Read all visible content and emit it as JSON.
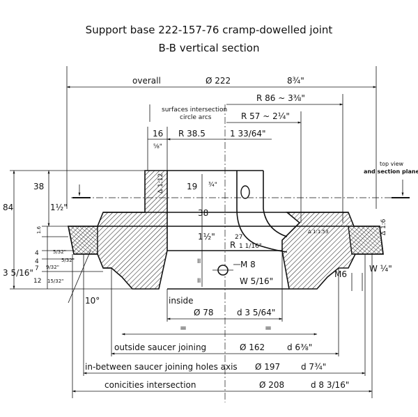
{
  "title": {
    "line1": "Support base 222-157-76 cramp-dowelled joint",
    "line2": "B-B vertical section"
  },
  "dimensions": {
    "overall": {
      "label": "overall",
      "metric": "Ø 222",
      "imperial": "8¾\""
    },
    "r86": {
      "text": "R 86 ~ 3⅜\""
    },
    "surfaces_note": {
      "line1": "surfaces intersection",
      "line2": "circle arcs"
    },
    "r57": {
      "text": "R 57 ~ 2¼\""
    },
    "wall16": {
      "metric": "16",
      "imperial": "⅝\""
    },
    "r38": {
      "metric": "R 38.5",
      "imperial": "1 33/64\""
    },
    "top_view": {
      "line1": "top view",
      "line2": "and section plane"
    },
    "h84": "84",
    "h38_left": "38",
    "h1_5": "1½\"",
    "h3_5_16": "3 5/16\"",
    "h16": "1.6",
    "h4a": "4",
    "h4b": "4",
    "h5_32a": "5/32\"",
    "h5_32b": "5/32\"",
    "h7": "7",
    "h9_32": "9/32\"",
    "h12": "12",
    "h15_32": "15/32\"",
    "h19": "19",
    "h3_4": "¾\"",
    "h38_center": "38",
    "h1_5_center": "1½\"",
    "r27": {
      "metric": "27",
      "prefix": "R",
      "imperial": "1 1/16\""
    },
    "m8": "M 8",
    "w5_16": "W 5/16\"",
    "m6": "M6",
    "w1_4": "W ¼\"",
    "taper_left": "Δ 1:12",
    "taper_right": "Δ 1:6",
    "taper_mid": "Δ 1:1.53",
    "angle10": "10°",
    "inside": "inside",
    "d78": {
      "metric": "Ø 78",
      "imperial": "d 3 5/64\""
    },
    "equal_sign": "=",
    "d162": {
      "label": "outside saucer joining",
      "metric": "Ø 162",
      "imperial": "d 6⅜\""
    },
    "d197": {
      "label": "in-between saucer joining holes axis",
      "metric": "Ø 197",
      "imperial": "d 7¾\""
    },
    "d208": {
      "label": "conicities intersection",
      "metric": "Ø 208",
      "imperial": "d 8 3/16\""
    },
    "parallel_mark": "II"
  }
}
